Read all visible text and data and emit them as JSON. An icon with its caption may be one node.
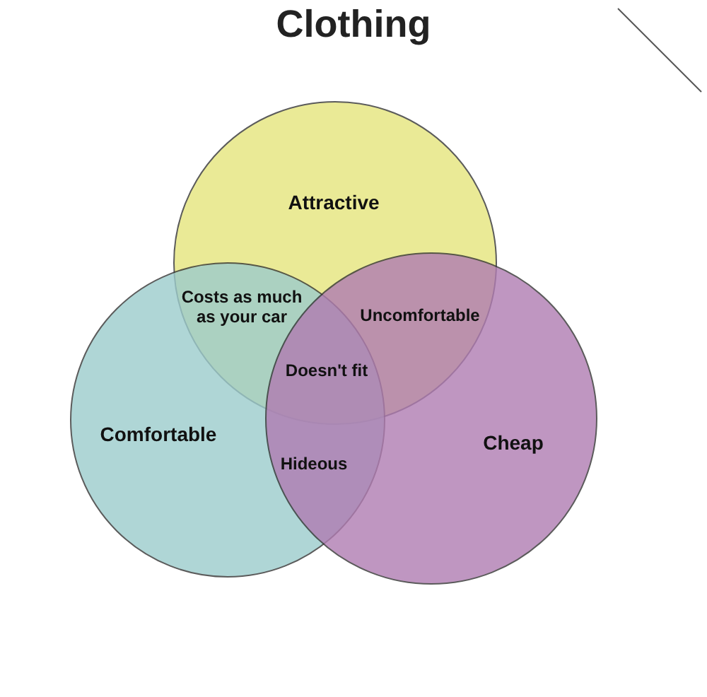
{
  "diagram": {
    "title": "Clothing",
    "nodes": [
      {
        "text": [
          "Attractive"
        ]
      },
      {
        "text": [
          "Comfortable"
        ]
      },
      {
        "text": [
          "Cheap"
        ]
      }
    ],
    "labels": [
      "Costs as much as your car",
      "Uncomfortable",
      "Doesn't fit",
      "Hideous"
    ]
  }
}
